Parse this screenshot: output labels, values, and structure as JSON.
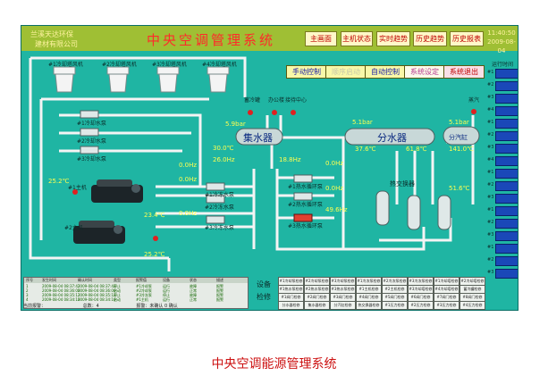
{
  "header": {
    "company_line1": "兰溪天达环保",
    "company_line2": "建材有限公司",
    "system_title": "中央空调管理系统",
    "nav": [
      "主画面",
      "主机状态",
      "实时趋势",
      "历史趋势",
      "历史报表"
    ],
    "date_line1": "11:40:50",
    "date_line2": "2009-08-04"
  },
  "control_buttons": [
    "手动控制",
    "顺序启动",
    "自动控制",
    "系统设定",
    "系统退出"
  ],
  "towers": [
    "#1冷却塔风机",
    "#2冷却塔风机",
    "#3冷却塔风机",
    "#4冷却塔风机"
  ],
  "pumps_top": [
    "#1冷却水泵",
    "#2冷却水泵",
    "#3冷却水泵"
  ],
  "pumps_mid": [
    "#1冷冻水泵",
    "#2冷冻水泵",
    "#3冷冻水泵"
  ],
  "circ_pumps": [
    "#1热水循环泵",
    "#2热水循环泵",
    "#3热水循环泵"
  ],
  "units": [
    "#1主机",
    "#2主机"
  ],
  "valves": [
    "蓄冷罐",
    "办公楼",
    "接待中心",
    "蒸汽"
  ],
  "headers": {
    "collector": "集水器",
    "divider": "分水器",
    "cylinder": "分汽缸",
    "exchanger": "热交换器"
  },
  "readings": {
    "collector_p": "5.9bar",
    "collector_t": "30.0℃",
    "divider_p": "5.1bar",
    "divider_t1": "37.6℃",
    "divider_t2": "61.8℃",
    "cyl_p": "5.1bar",
    "cyl_t": "141.0℃",
    "r1": "0.0Hz",
    "r2": "26.0Hz",
    "r3": "0.0Hz",
    "r4": "0.0Hz",
    "r5": "18.8Hz",
    "r6": "0.0Hz",
    "r7": "0.0Hz",
    "r8": "49.6Hz",
    "t_left1": "25.2℃",
    "t_left2": "23.4℃",
    "t_left3": "25.2℃",
    "t_right": "51.6℃"
  },
  "right_panel": {
    "title": "运行时间",
    "rows": [
      "#1",
      "#2",
      "#3",
      "#4",
      "#1",
      "#2",
      "#3",
      "#4",
      "#1",
      "#2",
      "#3",
      "#1",
      "#2",
      "#3",
      "#1",
      "#2",
      "#3"
    ]
  },
  "log": {
    "headers": [
      "序号",
      "发生时间",
      "确认时间",
      "类型",
      "报警值",
      "设备",
      "状态",
      "描述"
    ],
    "rows": [
      [
        "1",
        "2009-08-04 08:37:42",
        "2009-08-04 08:37:42",
        "停止",
        "#1冷却泵",
        "运行",
        "故障",
        "报警"
      ],
      [
        "2",
        "2009-08-04 08:36:00",
        "2009-08-04 08:36:00",
        "启动",
        "#2冷却泵",
        "运行",
        "正常",
        "报警"
      ],
      [
        "3",
        "2009-08-04 08:35:12",
        "2009-08-04 08:35:12",
        "停止",
        "#3冷冻泵",
        "停止",
        "故障",
        "报警"
      ],
      [
        "4",
        "2009-08-04 08:34:10",
        "2009-08-04 08:34:10",
        "启动",
        "#1主机",
        "运行",
        "正常",
        "报警"
      ]
    ],
    "status_left": "当前报警：",
    "status_mid": "总数：4",
    "status_right": "报警：未确认 0 确认"
  },
  "device_section": {
    "word1": "设备",
    "word2": "检修"
  },
  "device_cells": [
    [
      "#1冷却泵检修",
      "#2冷却泵检修",
      "#3冷却泵检修",
      "#1冷冻泵检修",
      "#2冷冻泵检修",
      "#3冷冻泵检修",
      "#1冷却塔检修",
      "#2冷却塔检修"
    ],
    [
      "#1热水泵检修",
      "#2热水泵检修",
      "#3热水泵检修",
      "#1主机检修",
      "#2主机检修",
      "#3冷却塔检修",
      "#4冷却塔检修",
      "蓄冷罐检修"
    ],
    [
      "#1阀门检修",
      "#2阀门检修",
      "#3阀门检修",
      "#4阀门检修",
      "#5阀门检修",
      "#6阀门检修",
      "#7阀门检修",
      "#8阀门检修"
    ],
    [
      "分水器检修",
      "集水器检修",
      "分汽缸检修",
      "热交换器检修",
      "#1压力检修",
      "#2压力检修",
      "#3压力检修",
      "#4压力检修"
    ]
  ],
  "caption": "中央空调能源管理系统",
  "colors": {
    "panel_bg": "#1fb5a3",
    "topbar": "#9fbf34",
    "pipe": "#f4f4f4",
    "accent_red": "#ff2a2a"
  }
}
